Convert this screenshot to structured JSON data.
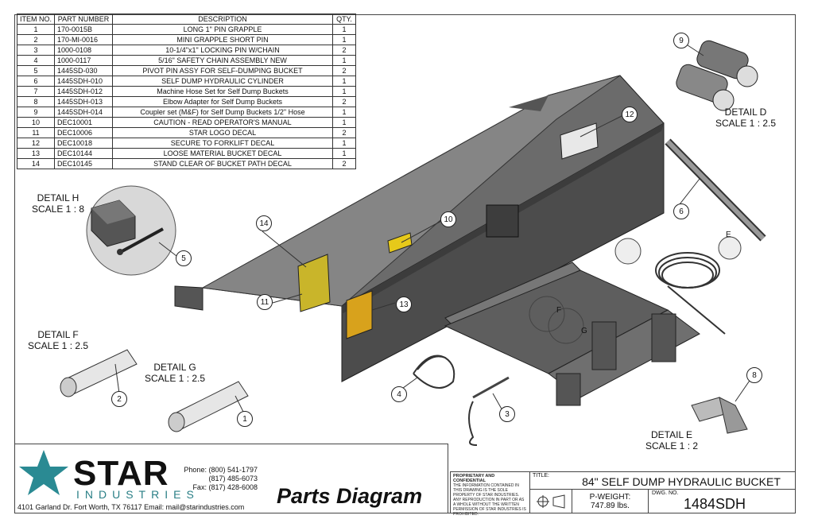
{
  "bom": {
    "headers": [
      "ITEM NO.",
      "PART NUMBER",
      "DESCRIPTION",
      "QTY."
    ],
    "rows": [
      [
        "1",
        "170-0015B",
        "LONG 1\" PIN GRAPPLE",
        "1"
      ],
      [
        "2",
        "170-MI-0016",
        "MINI GRAPPLE SHORT PIN",
        "1"
      ],
      [
        "3",
        "1000-0108",
        "10-1/4\"x1\" LOCKING PIN W/CHAIN",
        "2"
      ],
      [
        "4",
        "1000-0117",
        "5/16\" SAFETY CHAIN ASSEMBLY NEW",
        "1"
      ],
      [
        "5",
        "1445SD-030",
        "PIVOT PIN ASSY FOR SELF-DUMPING BUCKET",
        "2"
      ],
      [
        "6",
        "1445SDH-010",
        "SELF DUMP HYDRAULIC CYLINDER",
        "1"
      ],
      [
        "7",
        "1445SDH-012",
        "Machine Hose Set for Self Dump Buckets",
        "1"
      ],
      [
        "8",
        "1445SDH-013",
        "Elbow Adapter for Self Dump Buckets",
        "2"
      ],
      [
        "9",
        "1445SDH-014",
        "Coupler set (M&F)  for Self Dump Buckets 1/2\" Hose",
        "1"
      ],
      [
        "10",
        "DEC10001",
        "CAUTION - READ OPERATOR'S MANUAL",
        "1"
      ],
      [
        "11",
        "DEC10006",
        "STAR LOGO DECAL",
        "2"
      ],
      [
        "12",
        "DEC10018",
        "SECURE TO FORKLIFT DECAL",
        "1"
      ],
      [
        "13",
        "DEC10144",
        "LOOSE MATERIAL BUCKET DECAL",
        "1"
      ],
      [
        "14",
        "DEC10145",
        "STAND CLEAR OF BUCKET PATH DECAL",
        "2"
      ]
    ]
  },
  "details": {
    "h_title": "DETAIL H",
    "h_scale": "SCALE 1 : 8",
    "d_title": "DETAIL D",
    "d_scale": "SCALE 1 : 2.5",
    "f_title": "DETAIL F",
    "f_scale": "SCALE 1 : 2.5",
    "g_title": "DETAIL G",
    "g_scale": "SCALE 1 : 2.5",
    "e_title": "DETAIL E",
    "e_scale": "SCALE 1 : 2"
  },
  "callouts": {
    "n1": "1",
    "n2": "2",
    "n3": "3",
    "n4": "4",
    "n5": "5",
    "n6": "6",
    "n8": "8",
    "n9": "9",
    "n10": "10",
    "n11": "11",
    "n12": "12",
    "n13": "13",
    "n14": "14",
    "view_e": "E",
    "view_f": "F",
    "view_g": "G"
  },
  "company": {
    "name": "STAR",
    "sub": "INDUSTRIES",
    "phone": "Phone: (800) 541-1797",
    "phone2": "(817) 485-6073",
    "fax": "Fax: (817) 428-6008",
    "address": "4101 Garland Dr. Fort Worth, TX 76117  Email: mail@starindustries.com",
    "logo_color": "#2a8a93"
  },
  "title_block": {
    "heading": "Parts Diagram",
    "prop_title": "PROPRIETARY AND CONFIDENTIAL",
    "prop_text": "THE INFORMATION CONTAINED IN THIS DRAWING IS THE SOLE PROPERTY OF STAR INDUSTRIES. ANY REPRODUCTION IN PART OR AS A WHOLE WITHOUT THE WRITTEN PERMISSION OF STAR INDUSTRIES IS PROHIBITED.",
    "title_label": "TITLE:",
    "title": "84\" SELF DUMP HYDRAULIC BUCKET",
    "weight_label": "P-WEIGHT:",
    "weight": "747.89 lbs.",
    "dwg_label": "DWG.  NO.",
    "dwg_no": "1484SDH"
  }
}
